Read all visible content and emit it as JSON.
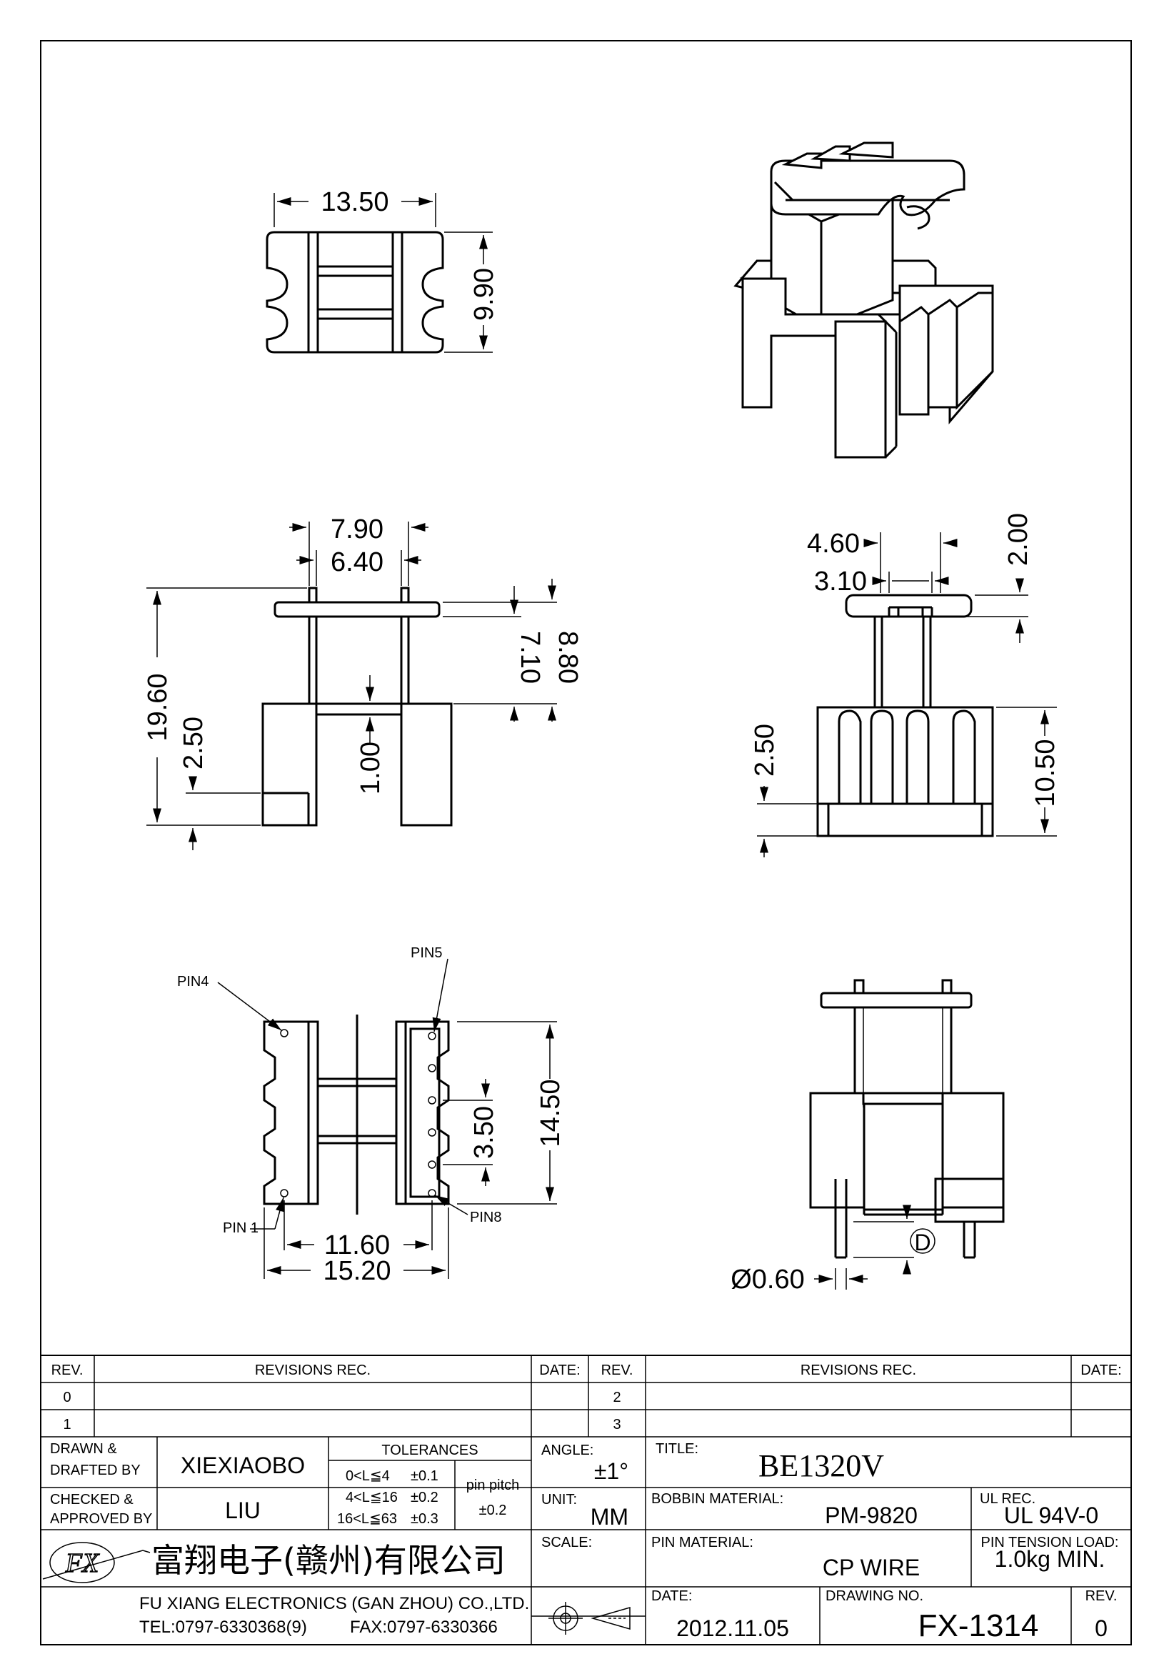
{
  "dimensions": {
    "top_view": {
      "width": "13.50",
      "height": "9.90"
    },
    "front_view": {
      "d1": "7.90",
      "d2": "6.40",
      "d3": "19.60",
      "d4": "2.50",
      "d5": "1.00",
      "d6": "7.10",
      "d7": "8.80"
    },
    "side_view": {
      "d1": "4.60",
      "d2": "3.10",
      "d3": "2.00",
      "d4": "2.50",
      "d5": "10.50"
    },
    "bottom_view": {
      "d1": "3.50",
      "d2": "14.50",
      "d3": "11.60",
      "d4": "15.20"
    },
    "detail_view": {
      "d1": "Ø0.60",
      "datum": "D"
    }
  },
  "pins": {
    "pin4": "PIN4",
    "pin5": "PIN5",
    "pin1": "PIN 1",
    "pin8": "PIN8"
  },
  "title_block": {
    "rev_header": "REV.",
    "revisions_header": "REVISIONS   REC.",
    "date_header": "DATE:",
    "rev_rows_left": [
      "0",
      "1"
    ],
    "rev_rows_right": [
      "2",
      "3"
    ],
    "drawn_label_1": "DRAWN &",
    "drawn_label_2": "DRAFTED BY",
    "drawn_value": "XIEXIAOBO",
    "checked_label_1": "CHECKED &",
    "checked_label_2": "APPROVED BY",
    "checked_value": "LIU",
    "tolerances_label": "TOLERANCES",
    "tol_rows": [
      {
        "range": "0<L≦4",
        "tol": "±0.1"
      },
      {
        "range": "4<L≦16",
        "tol": "±0.2"
      },
      {
        "range": "16<L≦63",
        "tol": "±0.3"
      }
    ],
    "pin_pitch_label": "pin pitch",
    "pin_pitch_value": "±0.2",
    "angle_label": "ANGLE:",
    "angle_value": "±1°",
    "unit_label": "UNIT:",
    "unit_value": "MM",
    "scale_label": "SCALE:",
    "title_label": "TITLE:",
    "title_value": "BE1320V",
    "bobbin_label": "BOBBIN MATERIAL:",
    "bobbin_value": "PM-9820",
    "ul_label": "UL REC.",
    "ul_value": "UL 94V-0",
    "pin_material_label": "PIN MATERIAL:",
    "pin_material_value": "CP WIRE",
    "pin_tension_label": "PIN TENSION LOAD:",
    "pin_tension_value": "1.0kg MIN.",
    "date_label": "DATE:",
    "date_value": "2012.11.05",
    "drawing_no_label": "DRAWING NO.",
    "drawing_no_value": "FX-1314",
    "rev_label": "REV.",
    "rev_value": "0",
    "company_cn": "富翔电子(赣州)有限公司",
    "company_en": "FU XIANG ELECTRONICS (GAN ZHOU) CO.,LTD.",
    "tel": "TEL:0797-6330368(9)",
    "fax": "FAX:0797-6330366",
    "logo_text": "FX"
  }
}
